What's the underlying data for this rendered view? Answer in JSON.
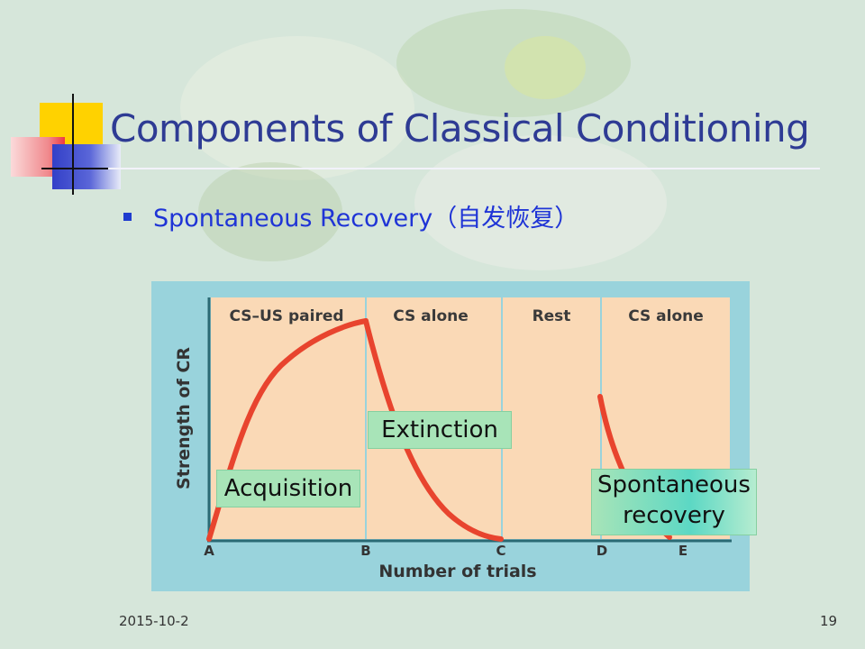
{
  "slide": {
    "title": "Components of Classical Conditioning",
    "bullet": "Spontaneous Recovery（自发恢复）",
    "footer_date": "2015-10-2",
    "page_number": "19"
  },
  "figure": {
    "phases": [
      "CS–US paired",
      "CS alone",
      "Rest",
      "CS alone"
    ],
    "ylabel": "Strength of CR",
    "xlabel": "Number of trials",
    "ticks": [
      "A",
      "B",
      "C",
      "D",
      "E"
    ],
    "tags": {
      "acquisition": "Acquisition",
      "extinction": "Extinction",
      "spontaneous_line1": "Spontaneous",
      "spontaneous_line2": "recovery"
    }
  },
  "colors": {
    "title": "#2e3b94",
    "bullet_text": "#1f34d6",
    "panel_bg": "#fad9b6",
    "curve": "#e8442e",
    "chart_frame": "#99d3dc"
  }
}
